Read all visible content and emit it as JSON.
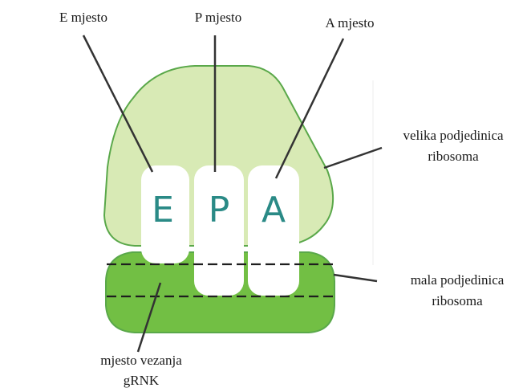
{
  "diagram": {
    "colors": {
      "large_subunit_fill": "#d8eab5",
      "small_subunit_fill": "#72bf44",
      "outline": "#5aa84a",
      "site_fill": "#ffffff",
      "site_letter": "#2a8a86",
      "leader_line": "#333333",
      "dashed_line": "#1e1e1e"
    },
    "sites": {
      "e": "E",
      "p": "P",
      "a": "A"
    },
    "labels": {
      "e_site": "E mjesto",
      "p_site": "P mjesto",
      "a_site": "A mjesto",
      "large_subunit": [
        "velika podjedinica",
        "ribosoma"
      ],
      "small_subunit": [
        "mala podjedinica",
        "ribosoma"
      ],
      "mrna_site": [
        "mjesto vezanja",
        "gRNK"
      ]
    }
  }
}
